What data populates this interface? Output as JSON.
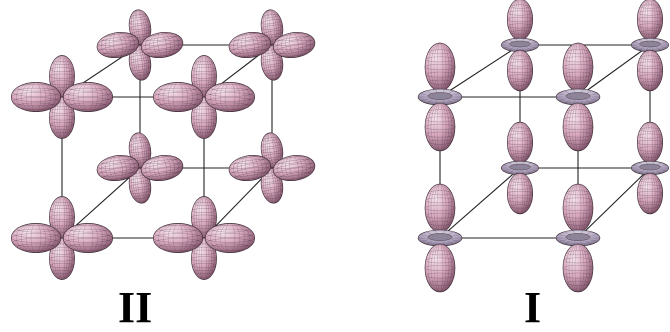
{
  "panels": [
    {
      "id": "left",
      "label": "II",
      "kind": "cloverleaf"
    },
    {
      "id": "right",
      "label": "I",
      "kind": "dumbbell-ring"
    }
  ],
  "colors": {
    "lobe_light": "#f3d7e4",
    "lobe_mid": "#c894ac",
    "lobe_dark": "#6e4058",
    "mesh": "#3a2a33",
    "ring": "#b8aec8",
    "lattice_line": "#222222"
  }
}
